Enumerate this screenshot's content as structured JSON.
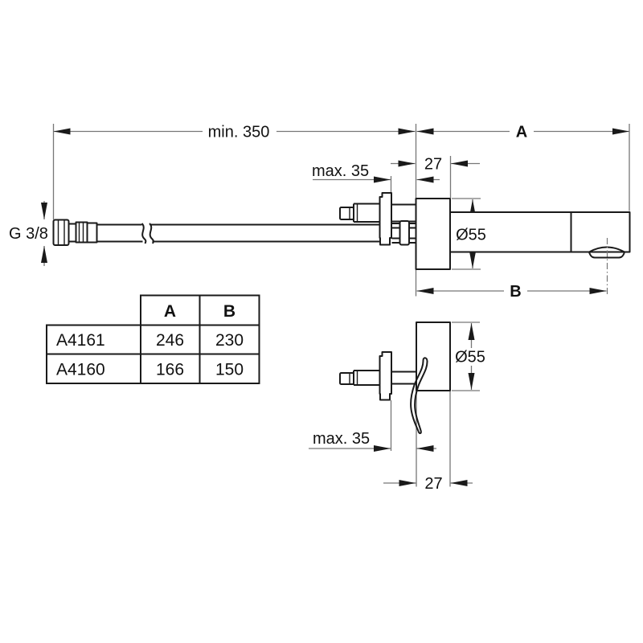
{
  "colors": {
    "outline": "#1a1a1a",
    "dimension": "#777777",
    "background": "#ffffff"
  },
  "top_view": {
    "min_hose_length": "min. 350",
    "dim_a_label": "A",
    "flange_depth": "27",
    "max_wall_thickness": "max. 35",
    "flange_diameter": "Ø55",
    "dim_b_label": "B",
    "hose_thread": "G 3/8"
  },
  "side_view": {
    "flange_diameter": "Ø55",
    "max_wall_thickness": "max. 35",
    "flange_depth": "27"
  },
  "table": {
    "headers": {
      "a": "A",
      "b": "B"
    },
    "rows": [
      {
        "model": "A4161",
        "a": "246",
        "b": "230"
      },
      {
        "model": "A4160",
        "a": "166",
        "b": "150"
      }
    ]
  }
}
